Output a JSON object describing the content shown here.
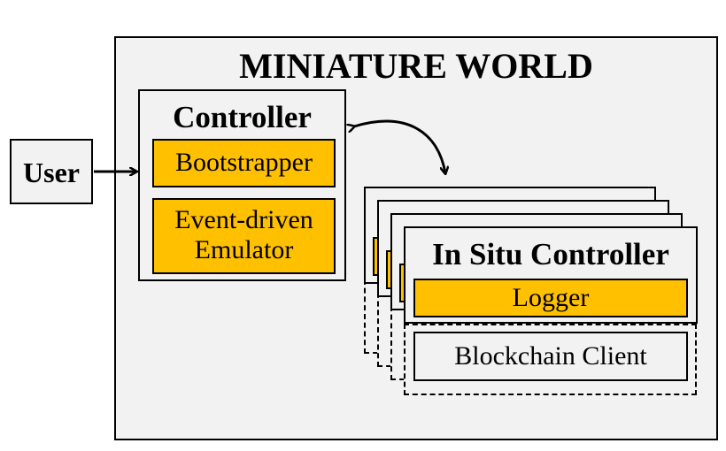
{
  "world": {
    "title": "MINIATURE WORLD"
  },
  "user": {
    "label": "User"
  },
  "controller": {
    "title": "Controller",
    "bootstrapper": "Bootstrapper",
    "emulator_line1": "Event-driven",
    "emulator_line2": "Emulator"
  },
  "insitu": {
    "title": "In Situ Controller",
    "logger": "Logger",
    "client": "Blockchain Client"
  },
  "colors": {
    "component_fill": "#ffc000",
    "box_fill": "#f2f2f2"
  }
}
